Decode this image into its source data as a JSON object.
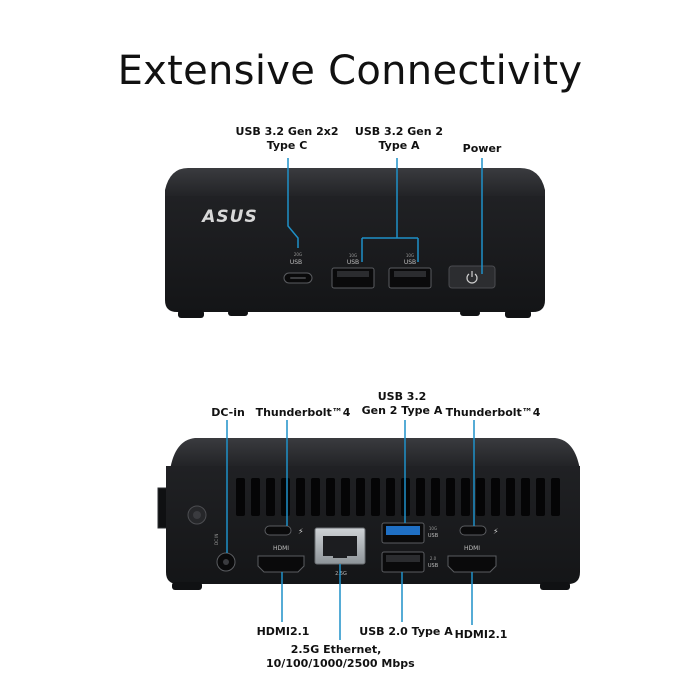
{
  "title": "Extensive Connectivity",
  "front": {
    "brand_logo": "ASUS",
    "labels": {
      "usb_c": [
        "USB 3.2 Gen 2x2",
        "Type C"
      ],
      "usb_a": [
        "USB 3.2 Gen 2",
        "Type A"
      ],
      "power": "Power"
    },
    "port_marks": {
      "usbc_speed": "20G",
      "usbc": "USB",
      "usba_speed": "10G",
      "usba": "USB"
    }
  },
  "rear": {
    "labels": {
      "dc_in": "DC-in",
      "tb_left": "Thunderbolt™4",
      "usb32": [
        "USB 3.2",
        "Gen 2 Type A"
      ],
      "tb_right": "Thunderbolt™4",
      "hdmi_left": "HDMI2.1",
      "ethernet": [
        "2.5G Ethernet,",
        "10/100/1000/2500 Mbps"
      ],
      "usb20": "USB 2.0 Type A",
      "hdmi_right": "HDMI2.1"
    },
    "port_marks": {
      "dc": "DC IN",
      "hdmi": "HDMI",
      "eth": "2.5G",
      "usb_speed": "10G",
      "usb": "USB",
      "usb2_speed": "2.0",
      "usb2": "USB"
    }
  },
  "colors": {
    "leader_line": "#1e90c8",
    "device_body": "#1b1c1e",
    "device_top": "#2a2b2e"
  }
}
